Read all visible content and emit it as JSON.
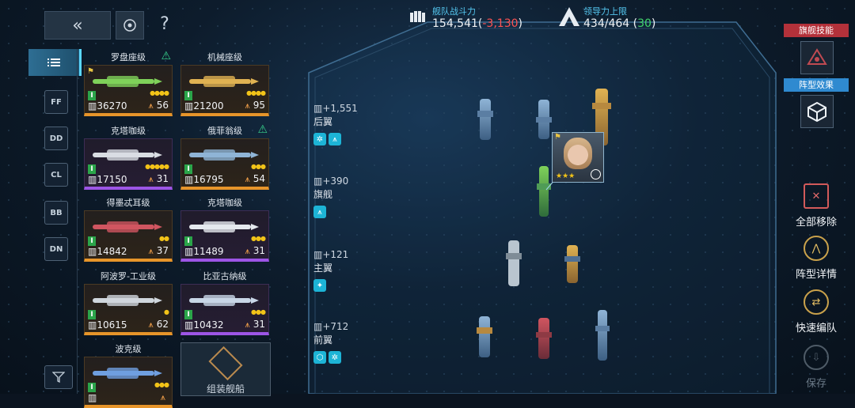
{
  "top_controls": {
    "back_icon": "«",
    "help": "?"
  },
  "class_tabs": [
    "FF",
    "DD",
    "CL",
    "BB",
    "DN"
  ],
  "ships": [
    {
      "name": "罗盘座级",
      "power": "36270",
      "command": "56",
      "rarity": "orange",
      "tier": "I",
      "pips": "●●●●",
      "flag": true,
      "warn": true
    },
    {
      "name": "机械座级",
      "power": "21200",
      "command": "95",
      "rarity": "orange",
      "tier": "I",
      "pips": "●●●●",
      "flag": false,
      "warn": false
    },
    {
      "name": "克塔咖级",
      "power": "17150",
      "command": "31",
      "rarity": "purple",
      "tier": "I",
      "pips": "●●●●●",
      "flag": false,
      "warn": false
    },
    {
      "name": "俄菲翁级",
      "power": "16795",
      "command": "54",
      "rarity": "orange",
      "tier": "I",
      "pips": "●●●",
      "flag": false,
      "warn": true
    },
    {
      "name": "得墨忒耳级",
      "power": "14842",
      "command": "37",
      "rarity": "orange",
      "tier": "I",
      "pips": "●●",
      "flag": false,
      "warn": false
    },
    {
      "name": "克塔咖级",
      "power": "11489",
      "command": "31",
      "rarity": "purple",
      "tier": "I",
      "pips": "●●●",
      "flag": false,
      "warn": false
    },
    {
      "name": "阿波罗-工业级",
      "power": "10615",
      "command": "62",
      "rarity": "orange",
      "tier": "I",
      "pips": "●",
      "flag": false,
      "warn": false
    },
    {
      "name": "比亚古纳级",
      "power": "10432",
      "command": "31",
      "rarity": "purple",
      "tier": "I",
      "pips": "●●●",
      "flag": false,
      "warn": false
    },
    {
      "name": "波克级",
      "power": "",
      "command": "",
      "rarity": "orange",
      "tier": "I",
      "pips": "●●●",
      "flag": false,
      "warn": false
    }
  ],
  "assemble_label": "组装舰船",
  "stats": {
    "fleet_power_label": "舰队战斗力",
    "fleet_power_value": "154,541",
    "fleet_power_delta": "-3,130",
    "command_label": "领导力上限",
    "command_value": "434/464",
    "command_delta": "30"
  },
  "formation_rows": [
    {
      "bonus": "+1,551",
      "title": "后翼",
      "icons": [
        "✲",
        "⩚"
      ]
    },
    {
      "bonus": "+390",
      "title": "旗舰",
      "icons": [
        "⩚"
      ]
    },
    {
      "bonus": "+121",
      "title": "主翼",
      "icons": [
        "✦"
      ]
    },
    {
      "bonus": "+712",
      "title": "前翼",
      "icons": [
        "⬡",
        "✲"
      ]
    }
  ],
  "commander": {
    "stars": "★★★"
  },
  "right_panel": {
    "flagship_skill": "旗舰技能",
    "formation_effect": "阵型效果",
    "actions": [
      {
        "label": "全部移除",
        "icon": "✕"
      },
      {
        "label": "阵型详情",
        "icon": "⋀"
      },
      {
        "label": "快速编队",
        "icon": "⇄"
      },
      {
        "label": "保存",
        "icon": "⇩"
      }
    ]
  }
}
